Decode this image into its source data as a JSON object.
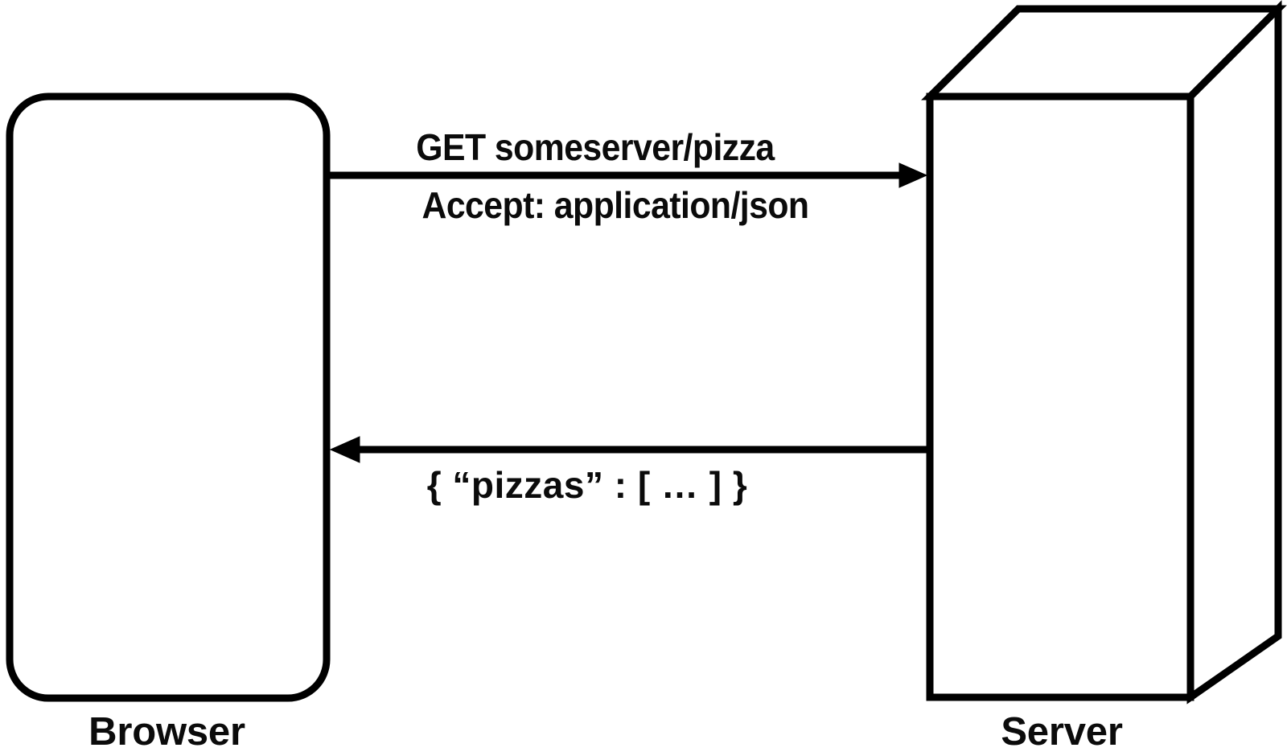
{
  "diagram": {
    "title": "HTTP request/response between browser and server",
    "background_color": "#ffffff",
    "stroke_color": "#000000",
    "nodes": [
      {
        "id": "browser",
        "label": "Browser",
        "shape": "rounded-rectangle",
        "icon": "browser-box-icon"
      },
      {
        "id": "server",
        "label": "Server",
        "shape": "3d-box",
        "icon": "server-box-icon"
      }
    ],
    "edges": [
      {
        "id": "request",
        "from": "browser",
        "to": "server",
        "direction": "right",
        "lines": [
          "GET someserver/pizza",
          "Accept: application/json"
        ]
      },
      {
        "id": "response",
        "from": "server",
        "to": "browser",
        "direction": "left",
        "lines": [
          "{ “pizzas” : [ … ] }"
        ]
      }
    ]
  }
}
